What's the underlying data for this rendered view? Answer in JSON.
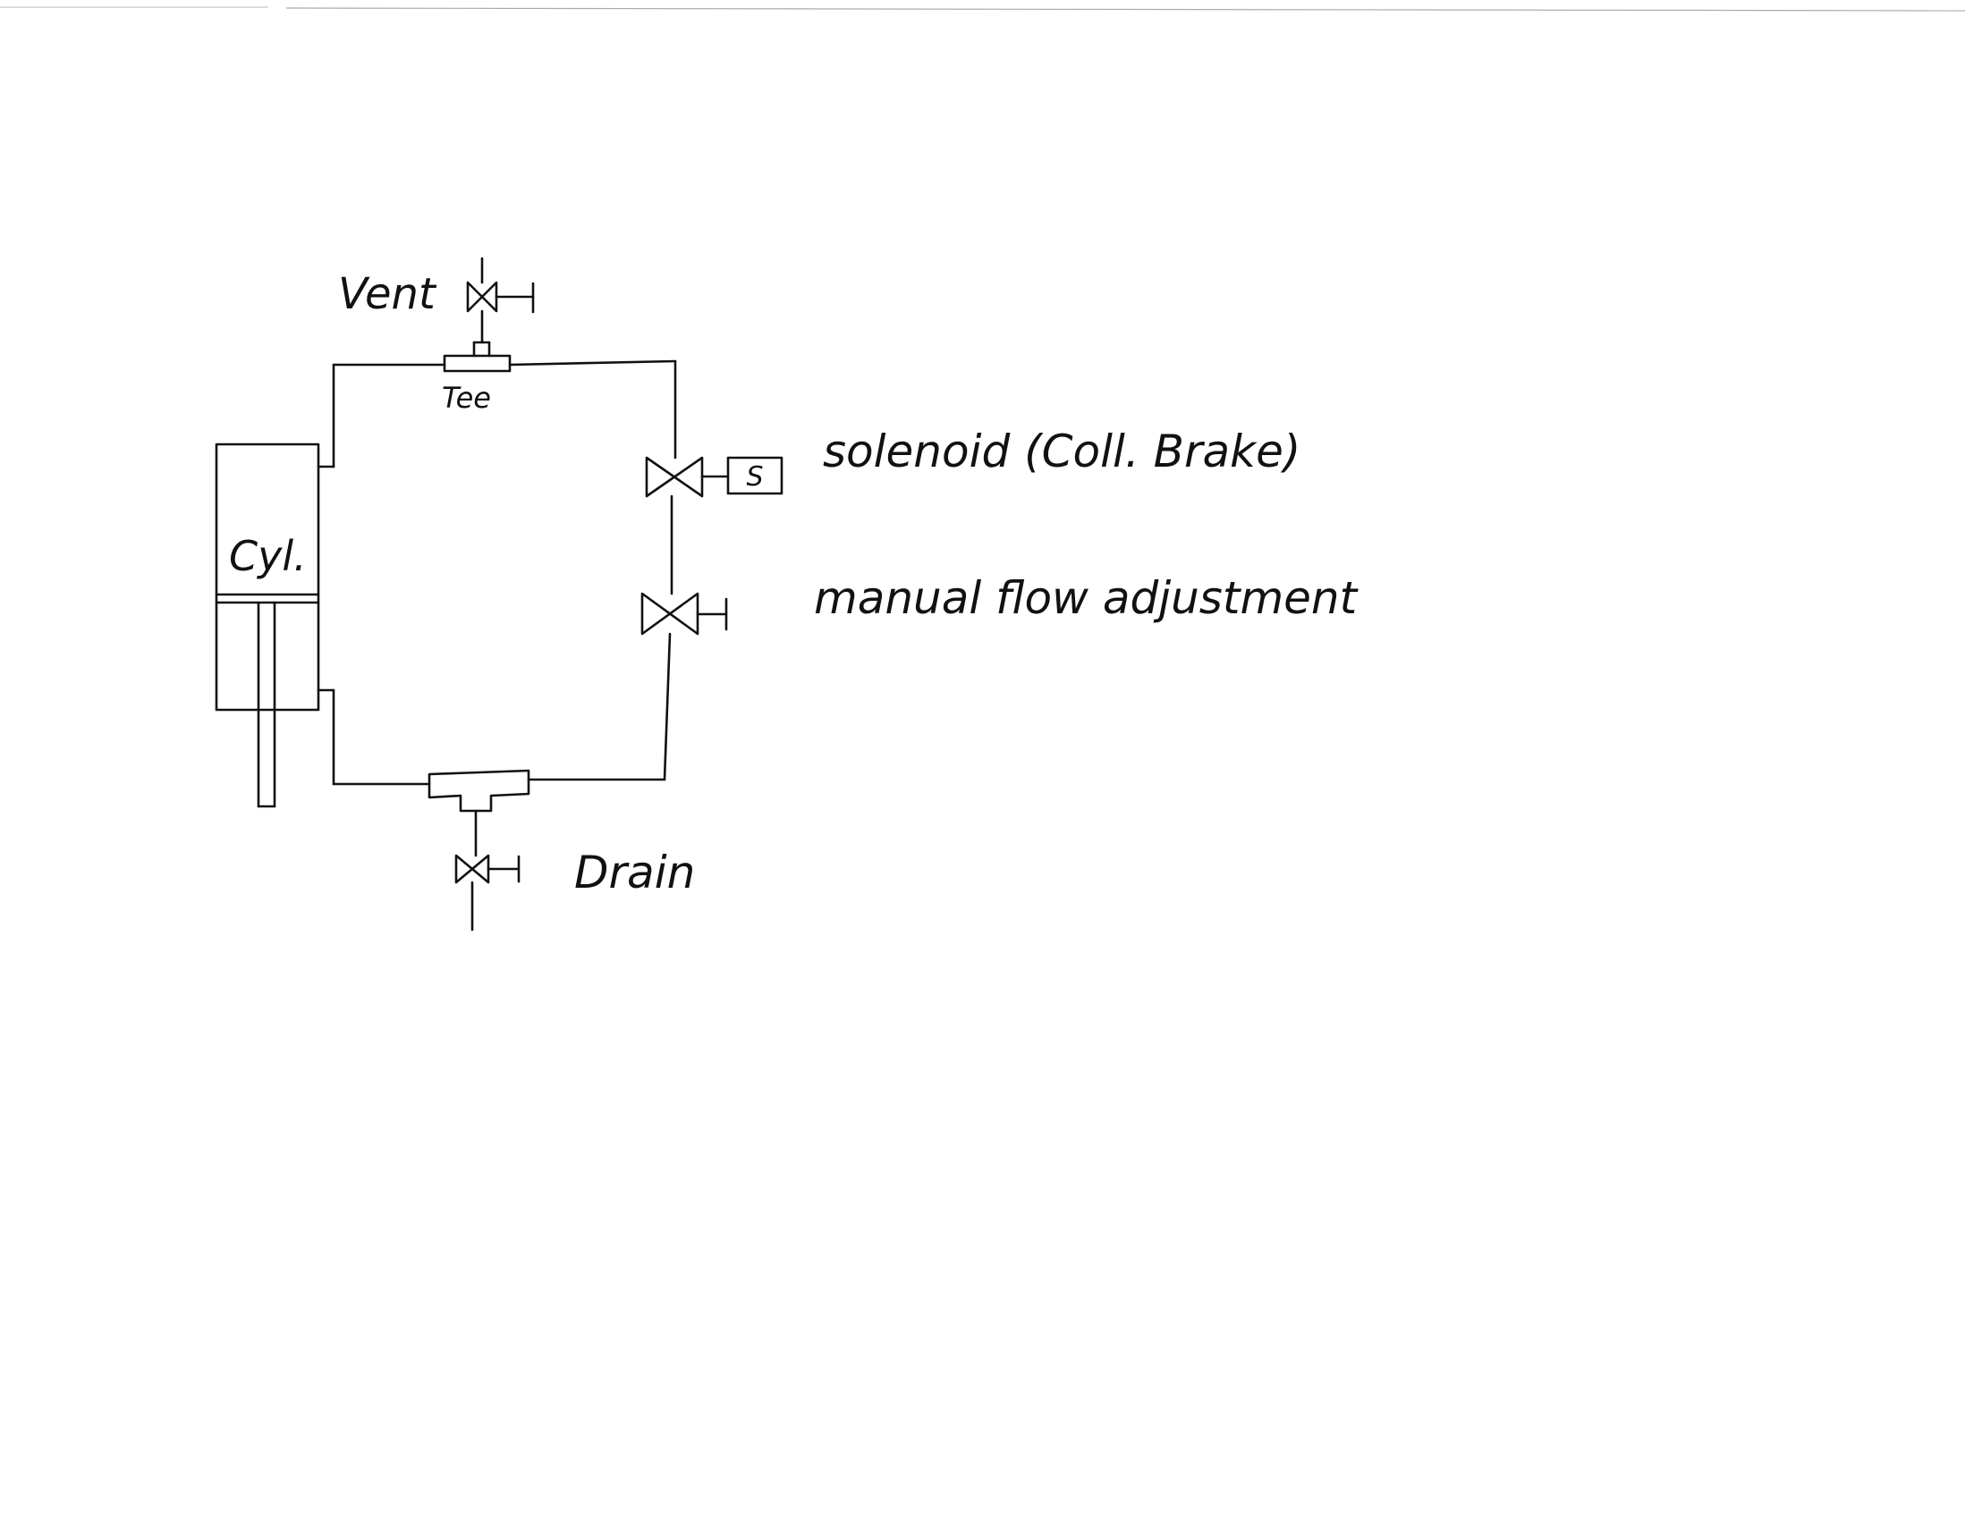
{
  "labels": {
    "vent": "Vent",
    "tee": "Tee",
    "cylinder": "Cyl.",
    "solenoid": "solenoid (Coll. Brake)",
    "solenoid_box": "S",
    "manual_valve": "manual flow adjustment",
    "drain": "Drain"
  },
  "colors": {
    "ink": "#111111",
    "paper": "#ffffff"
  }
}
